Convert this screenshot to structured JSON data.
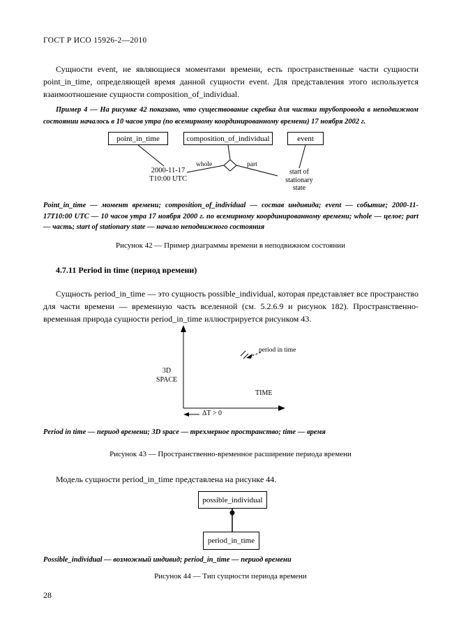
{
  "colors": {
    "ink": "#000000",
    "paper": "#ffffff"
  },
  "header": {
    "title": "ГОСТ Р ИСО 15926-2—2010"
  },
  "intro": {
    "para1": "Сущности event, не являющиеся моментами времени, есть пространственные части сущности point_in_time, определяющей время данной сущности event. Для представления этого используется взаимоотношение сущности composition_of_individual.",
    "example4": "Пример 4 — На рисунке 42 показано, что существование скребка для чистки трубопровода в неподвижном состоянии началось в 10 часов утра (по всемирному координированному времени) 17 ноября 2002 г."
  },
  "fig42": {
    "box_point_in_time": "point_in_time",
    "box_composition": "composition_of_individual",
    "box_event": "event",
    "timestamp": "2000-11-17\nT10:00 UTC",
    "label_whole": "whole",
    "label_part": "part",
    "start_state": "start of\nstationary\nstate",
    "caption": "Point_in_time — момент времени; composition_of_individual — состав индивида; event — событие; 2000-11-17T10:00 UTC — 10 часов утра 17 ноября 2000 г. по всемирному координированному времени; whole — целое; part — часть; start of stationary state — начало неподвижного состояния",
    "figure_caption": "Рисунок 42 — Пример диаграммы времени в неподвижном состоянии"
  },
  "section_4711": {
    "heading": "4.7.11 Period in time (период времени)",
    "para": "Сущность period_in_time — это сущность possible_individual, которая представляет все пространство для части времени — временную часть вселенной (см. 5.2.6.9 и рисунок 182). Пространственно-временная природа сущности period_in_time иллюстрируется рисунком 43.",
    "para_model": "Модель сущности period_in_time представлена на рисунке 44."
  },
  "fig43": {
    "label_period": "period in time",
    "axis_y": "3D\nSPACE",
    "axis_x": "TIME",
    "delta_label": "ΔT > 0",
    "caption": "Period in time — период времени; 3D space — трехмерное пространство; time — время",
    "figure_caption": "Рисунок 43 — Пространственно-временное расширение периода времени"
  },
  "fig44": {
    "box_possible_individual": "possible_individual",
    "box_period_in_time": "period_in_time",
    "caption": "Possible_individual — возможный индивид; period_in_time — период времени",
    "figure_caption": "Рисунок 44 — Тип сущности периода времени"
  },
  "footer": {
    "page_number": "28"
  }
}
